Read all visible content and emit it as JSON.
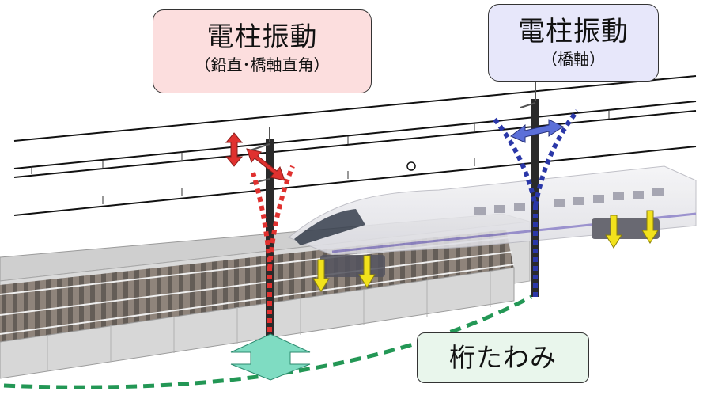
{
  "labels": {
    "pole_left_title": "電柱振動",
    "pole_left_sub": "（鉛直･橋軸直角）",
    "pole_right_title": "電柱振動",
    "pole_right_sub": "（橋軸）",
    "girder_label": "桁たわみ"
  },
  "colors": {
    "pole_left_arrow": "#e0312f",
    "pole_right_arrow": "#2a37a8",
    "girder_dash": "#239755",
    "vertical_load_arrow": "#f2e21c",
    "deflection_arrow": "#7fdcc2",
    "callout_left_fill": "#fcdede",
    "callout_right_fill": "#e7e7fa",
    "callout_bottom_fill": "#e9f6ec"
  }
}
